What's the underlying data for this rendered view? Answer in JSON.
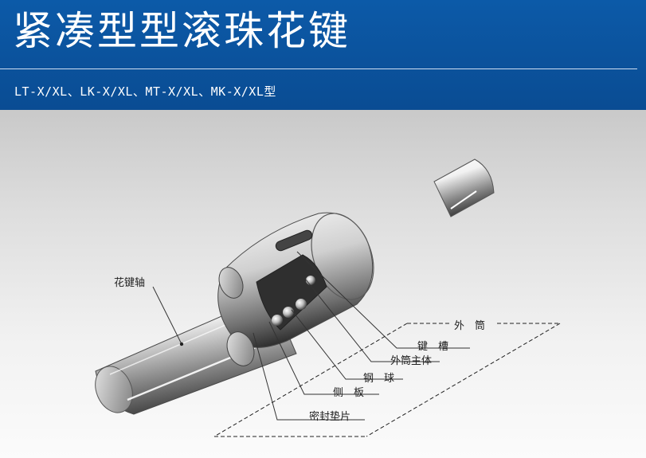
{
  "header": {
    "title": "紧凑型型滚珠花键",
    "subtitle": "LT-X/XL、LK-X/XL、MT-X/XL、MK-X/XL型"
  },
  "diagram": {
    "labels": {
      "spline_shaft": "花键轴",
      "outer_cylinder": "外　筒",
      "keyway": "键　槽",
      "outer_body": "外筒主体",
      "ball": "钢　球",
      "side_plate": "侧　板",
      "seal": "密封垫片"
    }
  },
  "colors": {
    "header_bg": "#0a4f99",
    "title_text": "#ffffff",
    "figure_bg_top": "#c9c9c9",
    "figure_bg_bottom": "#fbfbfb"
  }
}
